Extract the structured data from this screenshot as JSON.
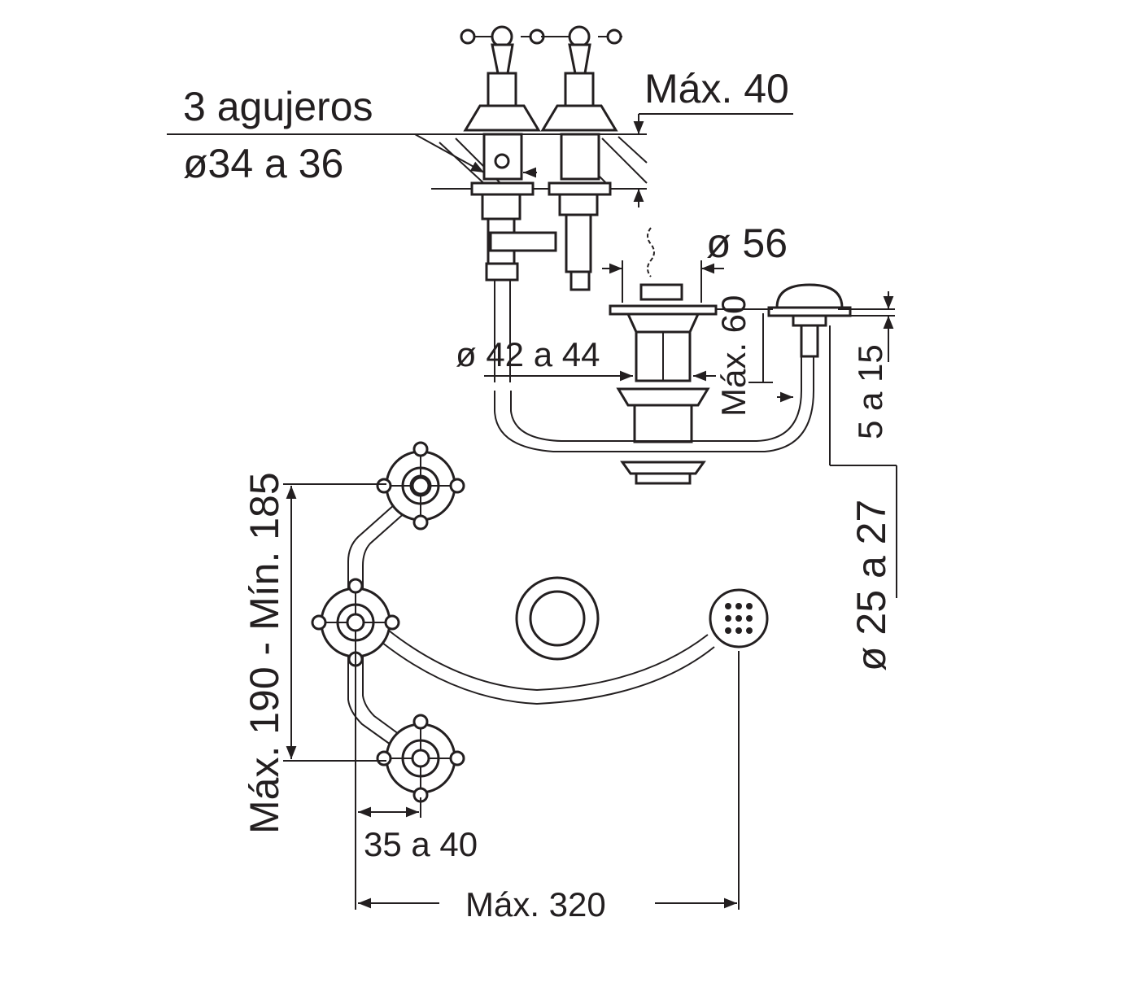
{
  "labels": {
    "holes": "3 agujeros",
    "hole_diameter": "ø34 a 36",
    "max_thickness": "Máx. 40",
    "drain_diameter": "ø 56",
    "drain_max_height": "Máx. 60",
    "drain_hole_diameter": "ø 42 a 44",
    "spout_thickness": "5 a 15",
    "spout_hole_diameter": "ø 25 a 27",
    "valve_spacing": "Máx. 190 - Mín. 185",
    "offset": "35 a 40",
    "max_width": "Máx. 320"
  },
  "colors": {
    "line": "#231f20",
    "background": "#ffffff"
  }
}
